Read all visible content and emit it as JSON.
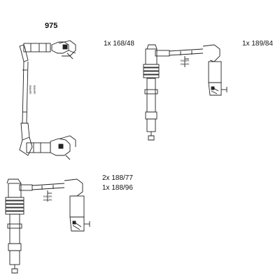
{
  "header": {
    "code": "975"
  },
  "assemblies": [
    {
      "lines": [
        "1x  168/48"
      ],
      "jacket_text": "EMAPE"
    },
    {
      "lines": [
        "1x  189/84"
      ],
      "jacket_text": "EMAPE"
    },
    {
      "lines": [
        "2x  188/77",
        "1x  188/96"
      ],
      "jacket_text": "EMAPE"
    }
  ],
  "colors": {
    "line": "#222222",
    "background": "#ffffff"
  }
}
